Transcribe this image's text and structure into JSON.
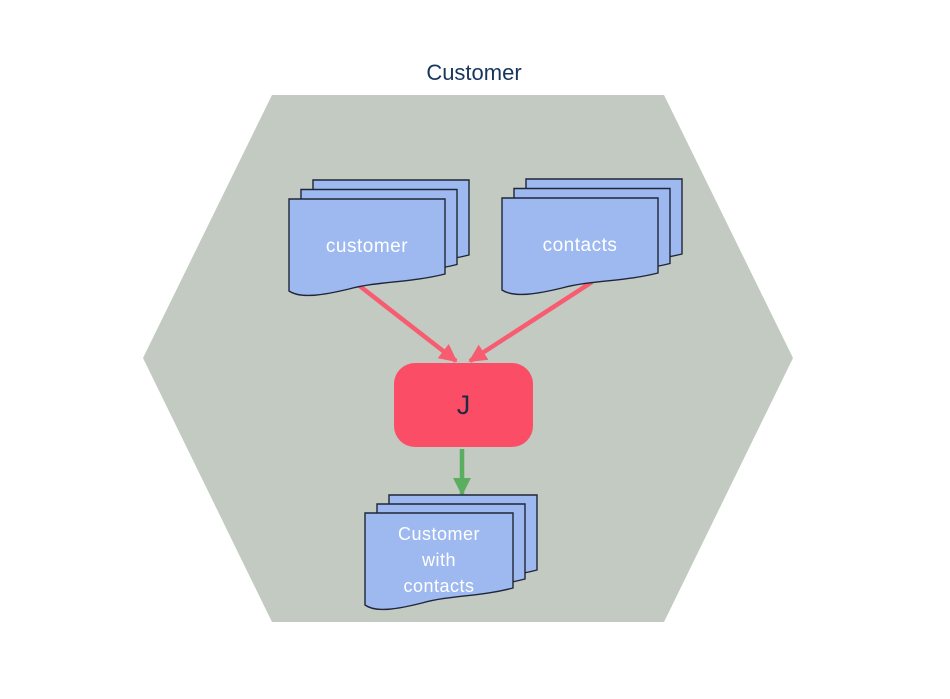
{
  "title": "Customer",
  "colors": {
    "hexagon_fill": "#C2CAC2",
    "document_fill": "#9DB9F0",
    "document_stroke": "#202638",
    "join_fill": "#FB4D66",
    "red_arrow": "#F85C70",
    "green_arrow": "#5BAD5F",
    "title_color": "#17365D",
    "doc_label_color": "#FFFFFF",
    "join_label_color": "#1F2A44"
  },
  "nodes": {
    "source_left": {
      "label": "customer"
    },
    "source_right": {
      "label": "contacts"
    },
    "join": {
      "label": "J"
    },
    "output": {
      "label": "Customer with contacts",
      "line1": "Customer",
      "line2": "with",
      "line3": "contacts"
    }
  }
}
